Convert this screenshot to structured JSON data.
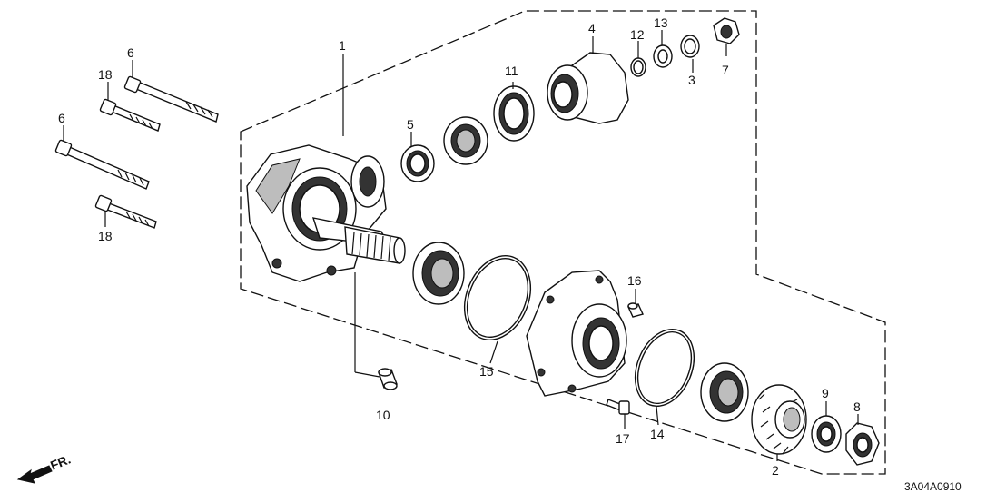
{
  "callouts": {
    "c1": "1",
    "c2": "2",
    "c3": "3",
    "c4": "4",
    "c5": "5",
    "c6a": "6",
    "c6b": "6",
    "c7": "7",
    "c8": "8",
    "c9": "9",
    "c10": "10",
    "c11": "11",
    "c12": "12",
    "c13": "13",
    "c14": "14",
    "c15": "15",
    "c16": "16",
    "c17": "17",
    "c18a": "18",
    "c18b": "18"
  },
  "front_arrow_label": "FR.",
  "diagram_code": "3A04A0910"
}
